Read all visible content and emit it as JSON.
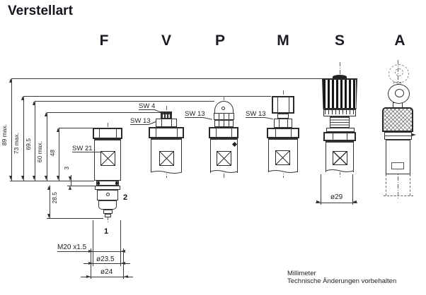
{
  "title": "Verstellart",
  "columns": [
    {
      "label": "F"
    },
    {
      "label": "V"
    },
    {
      "label": "P"
    },
    {
      "label": "M"
    },
    {
      "label": "S"
    },
    {
      "label": "A"
    }
  ],
  "dims": {
    "h89": "89 max.",
    "h73": "73 max.",
    "h695": "69.5",
    "h60": "60 max.",
    "h48": "48",
    "s3": "3",
    "s285": "28.5",
    "thread": "M20 x1.5",
    "dia235": "ø23.5",
    "dia24": "ø24",
    "dia29": "ø29"
  },
  "labels": {
    "sw21": "SW 21",
    "sw4": "SW 4",
    "sw13_v": "SW 13",
    "sw13_p": "SW 13",
    "sw13_m": "SW 13",
    "part1": "1",
    "part2": "2"
  },
  "footer": {
    "line1": "Millimeter",
    "line2": "Technische Änderungen vorbehalten"
  }
}
